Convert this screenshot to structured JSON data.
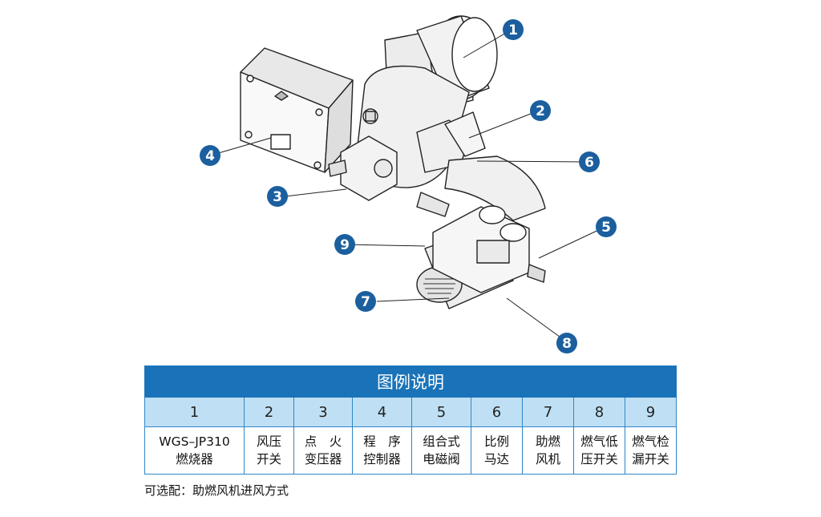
{
  "callouts": [
    {
      "number": "1"
    },
    {
      "number": "2"
    },
    {
      "number": "3"
    },
    {
      "number": "4"
    },
    {
      "number": "5"
    },
    {
      "number": "6"
    },
    {
      "number": "7"
    },
    {
      "number": "8"
    },
    {
      "number": "9"
    }
  ],
  "legend": {
    "title": "图例说明",
    "items": [
      {
        "number": "1",
        "line1": "WGS–JP310",
        "line2": "燃烧器"
      },
      {
        "number": "2",
        "line1": "风压",
        "line2": "开关"
      },
      {
        "number": "3",
        "line1": "点　火",
        "line2": "变压器"
      },
      {
        "number": "4",
        "line1": "程　序",
        "line2": "控制器"
      },
      {
        "number": "5",
        "line1": "组合式",
        "line2": "电磁阀"
      },
      {
        "number": "6",
        "line1": "比例",
        "line2": "马达"
      },
      {
        "number": "7",
        "line1": "助燃",
        "line2": "风机"
      },
      {
        "number": "8",
        "line1": "燃气低",
        "line2": "压开关"
      },
      {
        "number": "9",
        "line1": "燃气检",
        "line2": "漏开关"
      }
    ]
  },
  "footnote": "可选配：助燃风机进风方式",
  "colors": {
    "marker": "#1b5f9e",
    "header": "#1a73b9",
    "number_row": "#bfe0f4"
  }
}
